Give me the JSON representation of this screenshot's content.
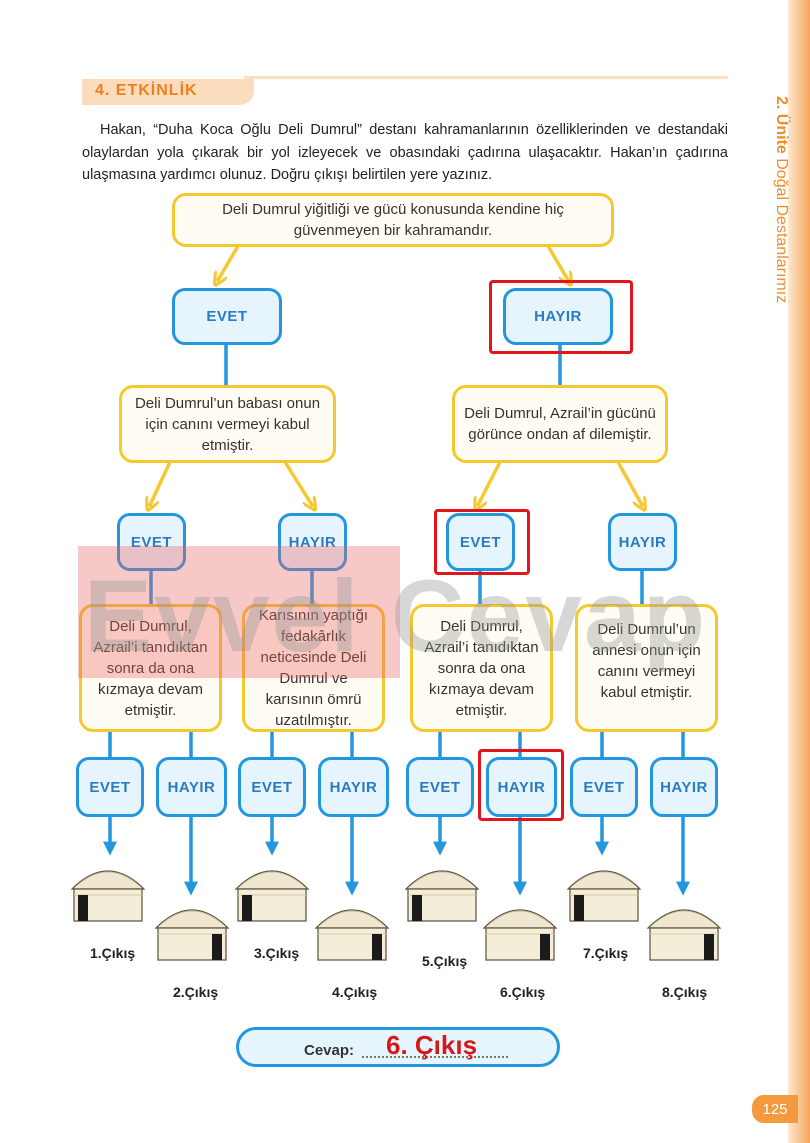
{
  "side": {
    "unit": "2. Ünite",
    "title": "Doğal Destanlarımız"
  },
  "header": {
    "title": "4. ETKİNLİK"
  },
  "intro": "Hakan, “Duha Koca Oğlu Deli Dumrul” destanı kahramanlarının özelliklerinden ve destandaki olaylardan yola çıkarak bir yol izleyecek ve obasındaki çadırına ulaşacaktır. Hakan’ın çadırına ulaşmasına yardımcı olunuz. Doğru çıkışı belirtilen yere yazınız.",
  "labels": {
    "yes": "EVET",
    "no": "HAYIR"
  },
  "questions": {
    "q1": "Deli Dumrul yiğitliği ve gücü konusunda kendine hiç güvenmeyen bir kahramandır.",
    "q2": "Deli Dumrul’un babası onun için canını vermeyi kabul etmiştir.",
    "q3": "Deli Dumrul, Azrail’in gücünü görünce ondan af dilemiştir.",
    "q4": "Deli Dumrul, Azrail’i tanıdıktan sonra da ona kızmaya devam etmiştir.",
    "q5": "Karısının yaptığı fedakârlık neticesinde Deli Dumrul ve karısının ömrü uzatılmıştır.",
    "q6": "Deli Dumrul, Azrail’i tanıdıktan sonra da ona kızmaya devam etmiştir.",
    "q7": "Deli Dumrul’un annesi onun için canını vermeyi kabul etmiştir."
  },
  "exits": [
    "1.Çıkış",
    "2.Çıkış",
    "3.Çıkış",
    "4.Çıkış",
    "5.Çıkış",
    "6.Çıkış",
    "7.Çıkış",
    "8.Çıkış"
  ],
  "answer": {
    "label": "Cevap:",
    "value": "6. Çıkış"
  },
  "watermark": "Evvel Cevap",
  "page_number": "125",
  "colors": {
    "yellow": "#f5c830",
    "blue": "#2397dd",
    "orange": "#f07f1e",
    "highlight": "#e3151c"
  }
}
